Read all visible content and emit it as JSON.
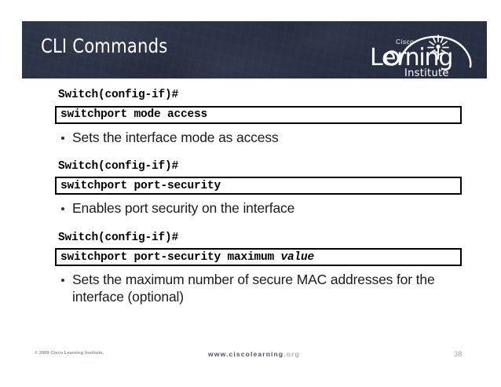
{
  "header": {
    "title": "CLI Commands",
    "background_color": "#2b3245",
    "title_color": "#ffffff",
    "logo": {
      "brand": "Cisco",
      "word": "Learning",
      "subword": "Institute",
      "icon": "starburst-tree-icon"
    }
  },
  "content": {
    "groups": [
      {
        "prompt": "Switch(config-if)#",
        "command": "switchport mode access",
        "command_param": "",
        "bullet": "Sets the interface mode as access"
      },
      {
        "prompt": "Switch(config-if)#",
        "command": "switchport port-security",
        "command_param": "",
        "bullet": "Enables port security on the interface"
      },
      {
        "prompt": "Switch(config-if)#",
        "command": "switchport port-security maximum ",
        "command_param": "value",
        "bullet": "Sets the maximum number of secure MAC addresses for the interface (optional)"
      }
    ]
  },
  "footer": {
    "copyright": "© 2009 Cisco Learning Institute.",
    "url_dark": "www.ciscolearning",
    "url_light": ".org",
    "page_number": "38"
  },
  "colors": {
    "banner": "#2b3245",
    "bullet": "#27304a",
    "box_border": "#000000",
    "page_bg": "#ffffff"
  }
}
